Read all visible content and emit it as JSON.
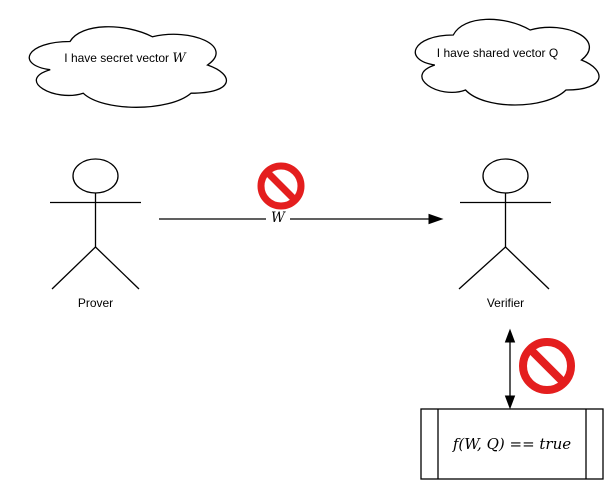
{
  "diagram": {
    "colors": {
      "background": "#ffffff",
      "stroke": "#000000",
      "prohibition": "#e41e1e"
    },
    "thought_clouds": {
      "left": {
        "prefix": "I have secret vector ",
        "math_symbol": "W"
      },
      "right": {
        "text": "I have shared vector Q"
      }
    },
    "actors": {
      "prover": {
        "label": "Prover"
      },
      "verifier": {
        "label": "Verifier"
      }
    },
    "transfer_arrow": {
      "label": "W"
    },
    "verification_box": {
      "formula": "f(W, Q) == true"
    },
    "icons": {
      "prohibition_sign": "no-entry / prohibited symbol (red circle with diagonal slash)"
    }
  }
}
